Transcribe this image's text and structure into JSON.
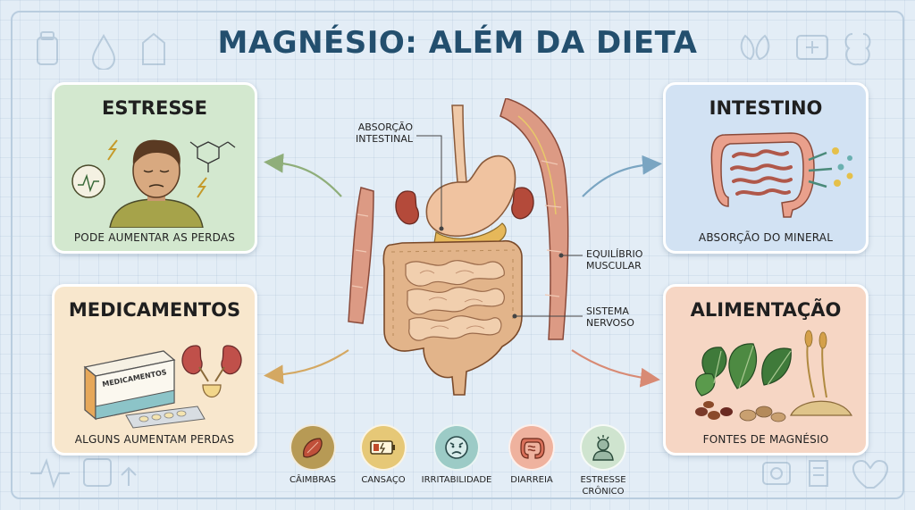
{
  "title": "MAGNÉSIO: ALÉM DA DIETA",
  "cards": {
    "stress": {
      "title": "ESTRESSE",
      "caption": "PODE AUMENTAR AS PERDAS"
    },
    "meds": {
      "title": "MEDICAMENTOS",
      "caption": "ALGUNS AUMENTAM PERDAS",
      "box_label": "MEDICAMENTOS"
    },
    "intestine": {
      "title": "INTESTINO",
      "caption": "ABSORÇÃO DO MINERAL"
    },
    "food": {
      "title": "ALIMENTAÇÃO",
      "caption": "FONTES DE MAGNÉSIO"
    }
  },
  "callouts": {
    "absorption": [
      "ABSORÇÃO",
      "INTESTINAL"
    ],
    "muscle": [
      "EQUILÍBRIO",
      "MUSCULAR"
    ],
    "nervous": [
      "SISTEMA",
      "NERVOSO"
    ]
  },
  "symptoms": [
    {
      "label": "CÂIMBRAS",
      "icon": "muscle-icon",
      "color": "#b79a55"
    },
    {
      "label": "CANSAÇO",
      "icon": "low-battery-icon",
      "color": "#e6c877"
    },
    {
      "label": "IRRITABILIDADE",
      "icon": "irritated-face-icon",
      "color": "#9ccbc6"
    },
    {
      "label": "DIARREIA",
      "icon": "intestine-icon",
      "color": "#efb29e"
    },
    {
      "label": "ESTRESSE",
      "label2": "CRÔNICO",
      "icon": "stressed-person-icon",
      "color": "#cfe4cf"
    }
  ],
  "colors": {
    "title": "#234f6e",
    "stress_bg": "#d3e8cf",
    "meds_bg": "#f8e7cd",
    "intestine_bg": "#d2e2f3",
    "food_bg": "#f6d6c4"
  }
}
